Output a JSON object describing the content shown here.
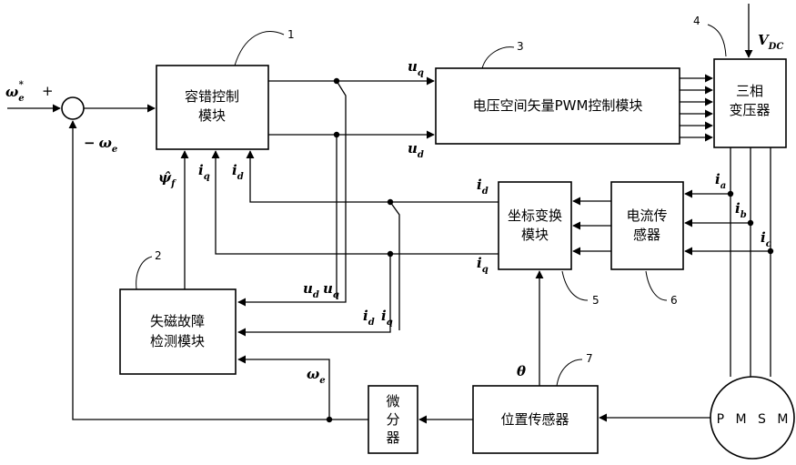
{
  "blocks": {
    "fault_tolerant": [
      "容错控制",
      "模块"
    ],
    "svpwm": "电压空间矢量PWM控制模块",
    "inverter": [
      "三相",
      "变压器"
    ],
    "coord": [
      "坐标变换",
      "模块"
    ],
    "current_sensor": [
      "电流传",
      "感器"
    ],
    "demag": [
      "失磁故障",
      "检测模块"
    ],
    "position_sensor": "位置传感器",
    "differentiator": [
      "微",
      "分",
      "器"
    ],
    "motor": "P M S M"
  },
  "numbers": [
    "1",
    "2",
    "3",
    "4",
    "5",
    "6",
    "7"
  ],
  "signals": {
    "omega": "ω",
    "sub_e": "e",
    "sup_star": "*",
    "plus": "+",
    "minus": "−",
    "u": "u",
    "i": "i",
    "sub_q": "q",
    "sub_d": "d",
    "sub_a": "a",
    "sub_b": "b",
    "sub_c": "c",
    "psi_hat": "ψ̂",
    "sub_f": "f",
    "theta": "θ",
    "V": "V",
    "sub_DC": "DC"
  }
}
